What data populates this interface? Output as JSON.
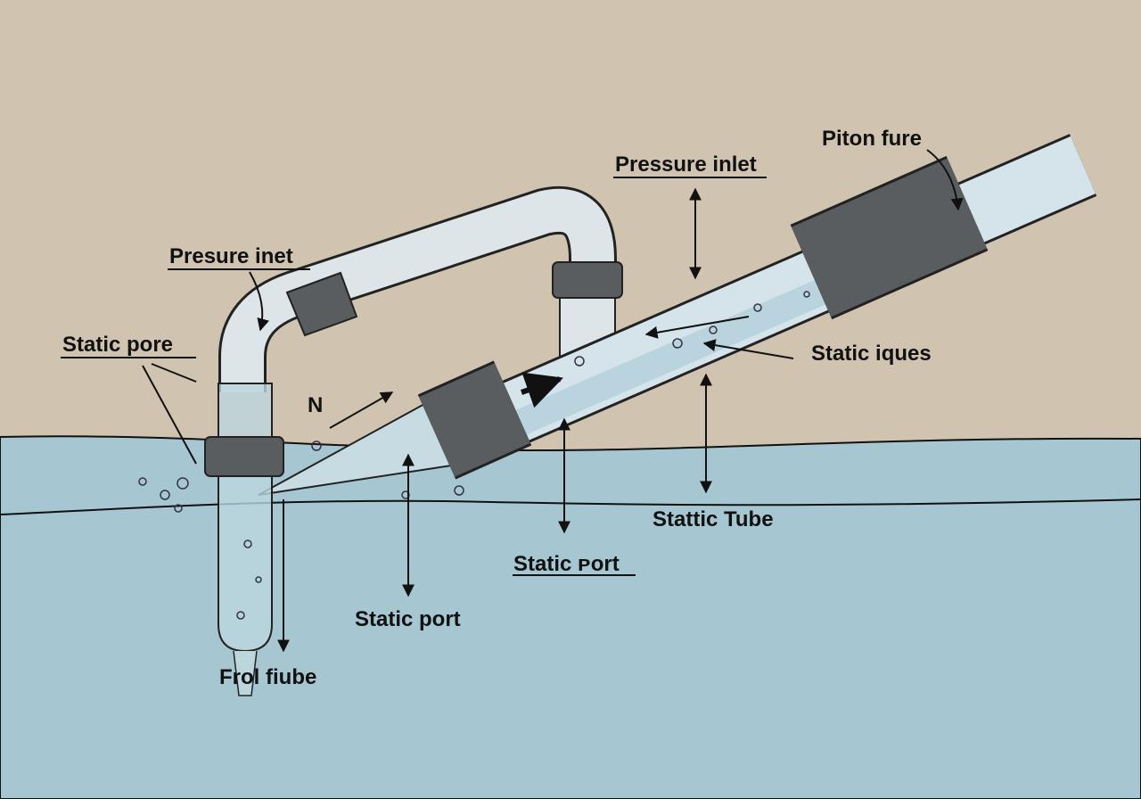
{
  "labels": {
    "piton_fure": "Piton fure",
    "pressure_inlet": "Pressure inlet",
    "presure_inet": "Presure inet",
    "static_pore": "Static pore",
    "n": "N",
    "static_iques": "Static iques",
    "stattic_tube": "Stattic Tube",
    "static_port_underlined": "Static ᴘort",
    "static_port": "Static port",
    "frol_fiube": "Frol fiube"
  },
  "colors": {
    "background": "#d0c4b0",
    "water": "#a6c7d2",
    "tube": "#dde8eb",
    "coupling": "#55585a",
    "ink": "#111111"
  }
}
